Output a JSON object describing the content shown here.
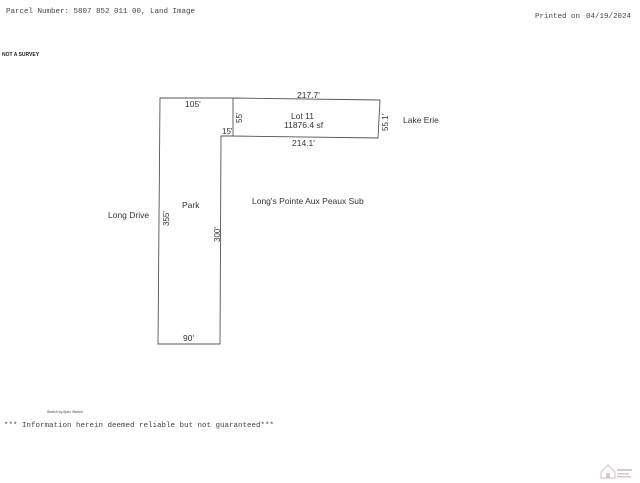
{
  "header": {
    "parcel_text": "Parcel Number: 5807 852 011 00, Land Image",
    "printed_label": "Printed on",
    "printed_date": "04/19/2024"
  },
  "notice": "NOT A SURVEY",
  "sketch": {
    "labels": {
      "top_west": "105'",
      "top_east": "217.7'",
      "lot_name": "Lot 11",
      "lot_area": "11876.4 sf",
      "lot_west_side": "55'",
      "lot_east_side": "55.1'",
      "jog": "15'",
      "lot_bottom": "214.1'",
      "park_west": "355'",
      "park_east": "300'",
      "park_bottom": "90'",
      "park_name": "Park",
      "subdivision": "Long's Pointe Aux Peaux Sub",
      "road": "Long Drive",
      "water": "Lake Erie"
    }
  },
  "footer": {
    "credit": "Sketch by Apex Sketch",
    "disclaimer": "*** Information herein deemed reliable but not guaranteed***"
  },
  "colors": {
    "line": "#555555",
    "text": "#333333"
  },
  "icons": {
    "watermark": "realtor-house-logo"
  }
}
